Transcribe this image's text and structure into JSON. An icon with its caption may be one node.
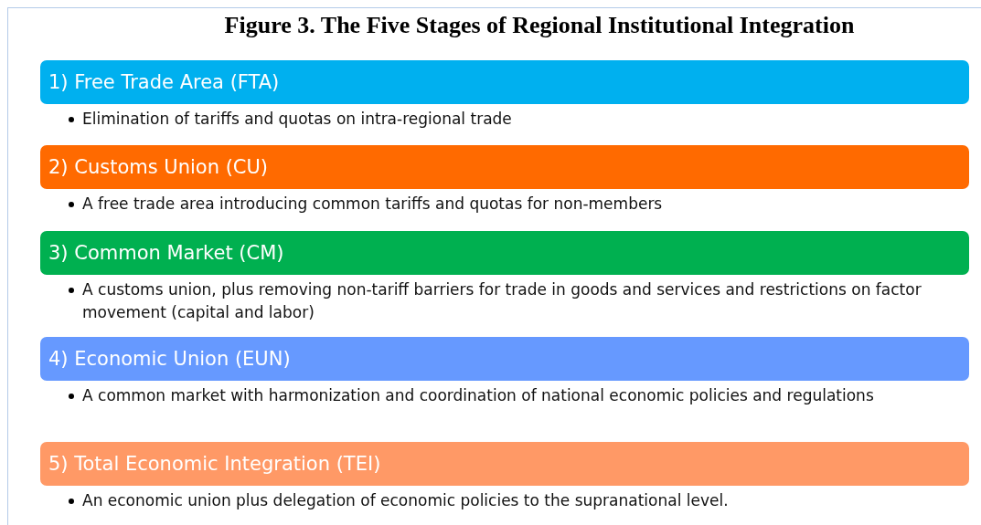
{
  "diagram": {
    "title": "Figure 3. The Five Stages of Regional Institutional Integration",
    "nodes": [
      {
        "text": [
          "1) Free Trade Area (FTA)"
        ],
        "beside": [
          "Elimination of tariffs and quotas on intra-regional trade"
        ]
      },
      {
        "text": [
          "2) Customs Union (CU)"
        ],
        "beside": [
          "A free trade area introducing common tariffs and quotas for non-members"
        ]
      },
      {
        "text": [
          "3) Common Market (CM)"
        ],
        "beside": [
          "A customs union, plus removing non-tariff barriers for trade in goods and services and restrictions on factor movement (capital and labor)"
        ]
      },
      {
        "text": [
          "4) Economic Union (EUN)"
        ],
        "beside": [
          "A common market with harmonization and coordination of national economic policies and regulations"
        ]
      },
      {
        "text": [
          "5) Total Economic Integration (TEI)"
        ],
        "beside": [
          "An economic union plus delegation of economic policies to the supranational level."
        ]
      }
    ]
  }
}
